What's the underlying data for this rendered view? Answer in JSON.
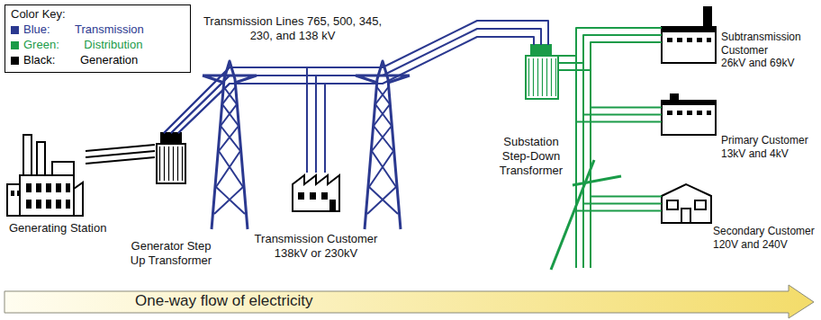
{
  "diagram": {
    "nodes": [
      {
        "text": [
          "Generating Station"
        ]
      },
      {
        "text": [
          "Generator Step Up Transformer"
        ]
      },
      {
        "text": [
          "Transmission Customer",
          "138kV or 230kV"
        ]
      },
      {
        "text": [
          "Substation Step-Down Transformer"
        ]
      },
      {
        "text": [
          "Subtransmission Customer",
          "26kV and 69kV"
        ]
      },
      {
        "text": [
          "Primary Customer",
          "13kV and 4kV"
        ]
      },
      {
        "text": [
          "Secondary Customer",
          "120V and 240V"
        ]
      }
    ],
    "edges": [
      {
        "from": 0,
        "to": 1,
        "arrow": "none"
      },
      {
        "from": 1,
        "to": 3,
        "label": "Transmission Lines 765, 500, 345, 230, and 138 kV",
        "arrow": "none"
      },
      {
        "from": 1,
        "to": 2,
        "arrow": "none"
      },
      {
        "from": 3,
        "to": 4,
        "arrow": "none"
      },
      {
        "from": 3,
        "to": 5,
        "arrow": "none"
      },
      {
        "from": 3,
        "to": 6,
        "arrow": "none"
      }
    ],
    "labels": [
      "Color Key:",
      "One-way flow of electricity"
    ],
    "legend": [
      {
        "text": "Blue: Transmission",
        "color": "#2b3990"
      },
      {
        "text": "Green: Distribution",
        "color": "#1a9b48"
      },
      {
        "text": "Black: Generation",
        "color": "#000000"
      }
    ]
  }
}
